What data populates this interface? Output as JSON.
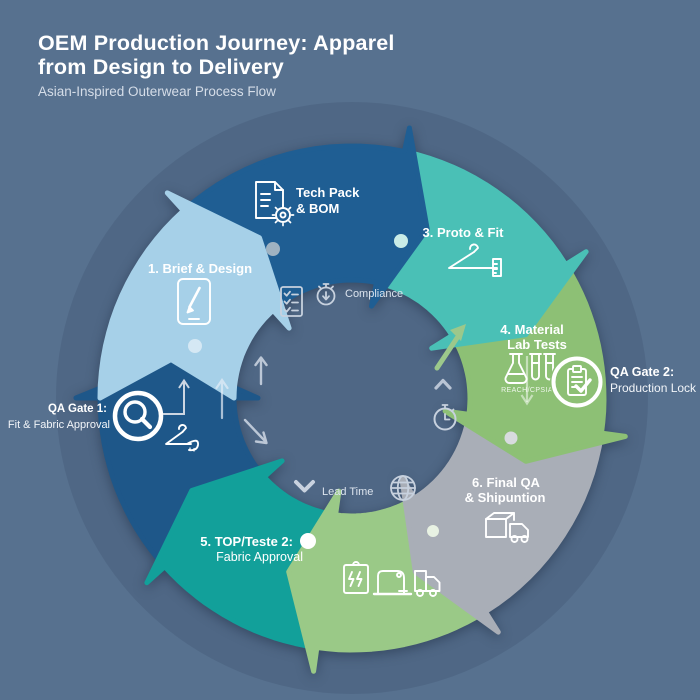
{
  "header": {
    "title_line1": "OEM Production Journey: Apparel",
    "title_line2": "from Design to Delivery",
    "subtitle": "Asian-Inspired Outerwear Process Flow"
  },
  "stages": {
    "brief": {
      "label": "1. Brief & Design",
      "icon": "tablet-pencil-icon"
    },
    "techpack": {
      "line1": "Tech Pack",
      "line2": "& BOM",
      "icon": "document-gear-icon"
    },
    "proto": {
      "label": "3. Proto & Fit",
      "icon": "hanger-measure-icon"
    },
    "material": {
      "line1": "4. Material",
      "line2": "Lab Tests",
      "compliance_note": "REACH/CPSIA",
      "icon": "lab-flask-tubes-icon"
    },
    "finalqa": {
      "line1": "6. Final QA",
      "line2": "& Shipuntion",
      "icon": "box-truck-icon"
    },
    "production": {
      "icon": "garment-sewing-truck-icon"
    },
    "top": {
      "line1": "5. TOP/Teste 2:",
      "line2": "Fabric Approval"
    },
    "qagate1_arrow": {
      "icon": "magnifier-hanger-icon"
    }
  },
  "qa_gates": {
    "gate1": {
      "line1": "QA Gate 1:",
      "line2": "Fit & Fabric Approval",
      "icon": "magnifier-badge-icon"
    },
    "gate2": {
      "line1": "QA Gate 2:",
      "line2": "Production Lock",
      "icon": "clipboard-check-badge-icon"
    }
  },
  "center": {
    "compliance_label": "Compliance",
    "lead_time_label": "Lead Time",
    "icons": [
      "checklist-icon",
      "stopwatch-icon",
      "up-arrow-icon",
      "down-right-arrow-icon",
      "green-up-arrow-icon",
      "chevron-up-icon",
      "clock-icon",
      "globe-icon",
      "chevron-down-icon",
      "down-arrow-icon"
    ]
  },
  "colors": {
    "background": "#57718f",
    "vignette": "rgba(45,60,88,0.18)",
    "title_text": "#ffffff",
    "subtitle_text": "#d5dde8",
    "arrow_light_blue": "#a6d0e8",
    "arrow_dark_blue": "#1f5e93",
    "arrow_teal": "#4ac0b6",
    "arrow_green": "#8dc075",
    "arrow_gray": "#a9aeb7",
    "arrow_green_light": "#9ac987",
    "arrow_teal_dark": "#12a09a",
    "arrow_dark_blue_left": "#1e5789",
    "icon_stroke": "#ffffff",
    "center_icon_stroke": "#c7d1de",
    "center_text": "#dce4ee",
    "green_accent_arrow": "#9cc88b"
  }
}
